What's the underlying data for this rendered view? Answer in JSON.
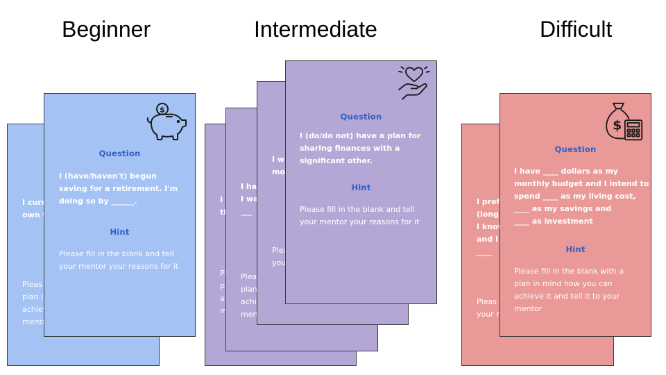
{
  "headings": {
    "beginner": "Beginner",
    "intermediate": "Intermediate",
    "difficult": "Difficult"
  },
  "colors": {
    "beginner_card": "#a4c2f4",
    "intermediate_card": "#b4a7d6",
    "difficult_card": "#ea9999",
    "label_text": "#2f5fc4"
  },
  "beginner": {
    "icon": "piggy-bank-icon",
    "front": {
      "question_label": "Question",
      "question": "I (have/haven't) begun saving for a retirement. I'm doing so by ______.",
      "hint_label": "Hint",
      "hint": "Please fill in the blank and tell your mentor your reasons for it"
    },
    "back": {
      "q_lines": [
        "I curr",
        "own t"
      ],
      "h_lines": [
        "Pleas",
        "plan i",
        "achiev",
        "mento"
      ]
    }
  },
  "intermediate": {
    "icon": "heart-in-hand-icon",
    "front": {
      "question_label": "Question",
      "question": "I (do/do not) have a plan for sharing finances with a significant other.",
      "hint_label": "Hint",
      "hint": "Please fill in the blank and tell your mentor your reasons for it"
    },
    "back1": {
      "q_lines": [
        "I",
        "ti"
      ],
      "h_lines": [
        "Pl",
        "pl",
        "ac",
        "m"
      ]
    },
    "back2": {
      "q_lines": [
        "I hav",
        "I wa",
        "___"
      ],
      "h_lines": [
        "Pleas",
        "plan",
        "achie",
        "ment"
      ]
    },
    "back3": {
      "q_lines": [
        "I w",
        "mon"
      ],
      "h_lines": [
        "Plea",
        "you"
      ]
    }
  },
  "difficult": {
    "icon": "money-bag-calculator-icon",
    "front": {
      "question_label": "Question",
      "question_lines": [
        "I have ____ dollars as my",
        "monthly budget and I intend to",
        "spend  ____ as my living cost,",
        "____ as my savings and",
        "____  as investment"
      ],
      "hint_label": "Hint",
      "hint": "Please fill in the blank with a plan in mind how you can achieve it and tell it to your mentor"
    },
    "back": {
      "q_lines": [
        "I prefe",
        "(long t",
        "I know",
        "and I w",
        "____"
      ],
      "h_lines": [
        "Pleas",
        "your m"
      ]
    }
  }
}
